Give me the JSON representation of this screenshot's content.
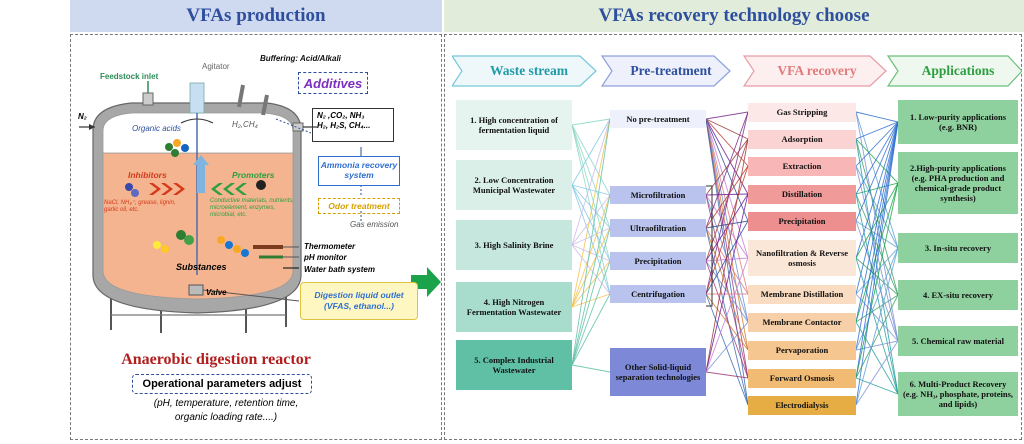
{
  "left": {
    "title": "VFAs production",
    "feedstock_inlet": "Feedstock inlet",
    "agitator": "Agitator",
    "buffering": "Buffering: Acid/Alkali",
    "additives": "Additives",
    "n2": "N₂",
    "organic_acids": "Organic acids",
    "h2_ch4": "H₂,CH₄",
    "gas_box_line1": "N₂ ,CO₂, NH₃",
    "gas_box_line2": "H₂, H₂S, CH₄...",
    "ammonia": "Ammonia recovery system",
    "odor": "Odor treatment",
    "gas_emission": "Gas emission",
    "inhibitors": "Inhibitors",
    "promoters": "Promoters",
    "inhibitor_list": "NaCl, NH₄⁺, grease, lignin, garlic oil, etc.",
    "promoter_list": "Conductive materials, nutrients, microelement, enzymes, microbial, etc.",
    "substances": "Substances",
    "thermometer": "Thermometer",
    "ph_monitor": "pH monitor",
    "water_bath": "Water bath system",
    "valve": "Valve",
    "outlet_line1": "Digestion liquid outlet",
    "outlet_line2": "(VFAS, ethanol...)",
    "reactor_title": "Anaerobic digestion reactor",
    "params_title": "Operational parameters adjust",
    "params_line1": "(pH, temperature, retention time,",
    "params_line2": "organic loading rate....)"
  },
  "right": {
    "title": "VFAs recovery technology choose",
    "columns": [
      "Waste stream",
      "Pre-treatment",
      "VFA recovery",
      "Applications"
    ],
    "waste_streams": [
      "1. High concentration of fermentation liquid",
      "2. Low Concentration Municipal Wastewater",
      "3. High Salinity Brine",
      "4. High Nitrogen Fermentation Wastewater",
      "5. Complex Industrial Wastewater"
    ],
    "pretreatments": [
      "No pre-treatment",
      "Microfiltration",
      "Ultraofiltration",
      "Precipitation",
      "Centrifugation",
      "Other Solid-liquid separation technologies"
    ],
    "recovery": [
      "Gas Stripping",
      "Adsorption",
      "Extraction",
      "Distillation",
      "Precipitation",
      "Nanofiltration & Reverse osmosis",
      "Membrane Distillation",
      "Membrane Contactor",
      "Pervaporation",
      "Forward Osmosis",
      "Electrodialysis"
    ],
    "applications": [
      "1. Low-purity applications (e.g. BNR)",
      "2.High-purity applications (e.g. PHA production and chemical-grade product synthesis)",
      "3. In-situ recovery",
      "4. EX-situ recovery",
      "5. Chemical raw material",
      "6. Multi-Product Recovery (e.g. NH₃, phosphate, proteins, and lipids)"
    ]
  },
  "colors": {
    "left_title_bg": "#cfd9ef",
    "right_title_bg": "#e1edda",
    "waste": [
      "#e6f4ef",
      "#d9efe8",
      "#c6e7dd",
      "#a8dccd",
      "#5fc0a6"
    ],
    "pre": "#b9c3ee",
    "pre_dark": "#7d88d6",
    "recovery": [
      "#fde8e8",
      "#fbd3d3",
      "#f8b6b6",
      "#f19a9a",
      "#ed8f8f",
      "#fbe7d8",
      "#f9dcc1",
      "#f7d0a9",
      "#f5c68f",
      "#f1bb73",
      "#e6ad45"
    ],
    "apps": "#8fd19e",
    "reactor_orange": "#f4a97f",
    "reactor_gray": "#a7a7a7"
  }
}
